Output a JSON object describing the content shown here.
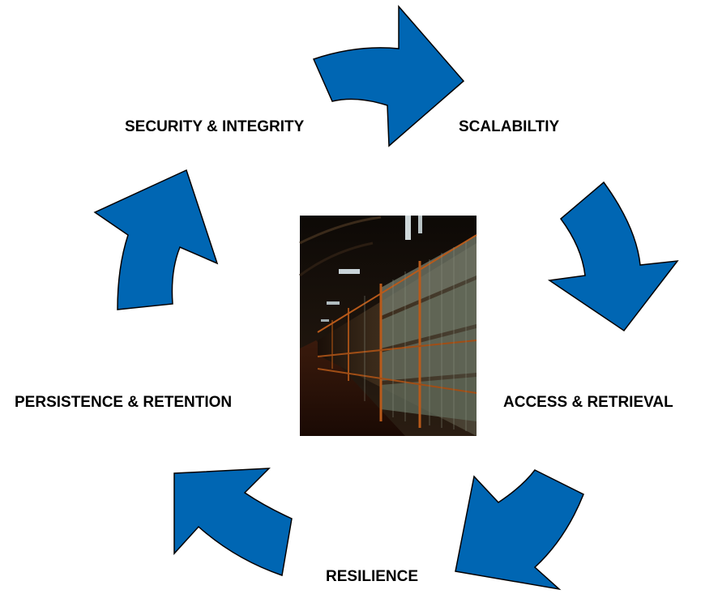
{
  "labels": {
    "scalability": "SCALABILTIY",
    "access": "ACCESS & RETRIEVAL",
    "resilience": "RESILIENCE",
    "persistence": "PERSISTENCE & RETENTION",
    "security": "SECURITY & INTEGRITY"
  },
  "colors": {
    "arrow_fill": "#0066b3",
    "arrow_stroke": "#000000",
    "text": "#000000"
  },
  "center_image": "library bookshelves photo"
}
